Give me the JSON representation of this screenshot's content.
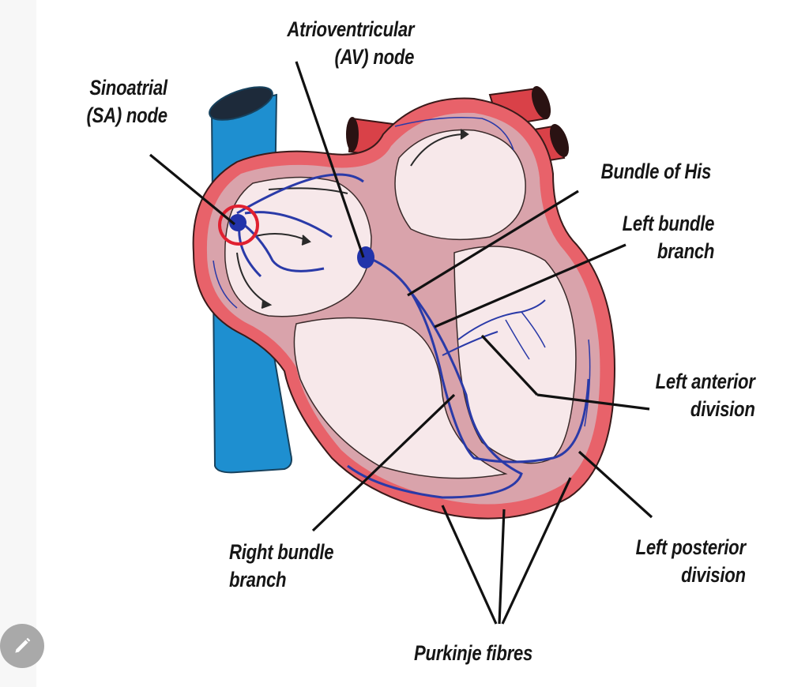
{
  "diagram": {
    "title": "Cardiac conduction system",
    "labels": {
      "sa_node": [
        "Sinoatrial",
        "(SA) node"
      ],
      "av_node": [
        "Atrioventricular",
        "(AV) node"
      ],
      "bundle_of_his": [
        "Bundle of His"
      ],
      "left_bundle_branch": [
        "Left bundle",
        "branch"
      ],
      "left_anterior_division": [
        "Left anterior",
        "division"
      ],
      "left_posterior_division": [
        "Left posterior",
        "division"
      ],
      "right_bundle_branch": [
        "Right bundle",
        "branch"
      ],
      "purkinje_fibres": [
        "Purkinje fibres"
      ]
    },
    "colors": {
      "vena_cava": "#1e8fd0",
      "aorta": "#d94148",
      "heart_wall_outer": "#e8626a",
      "myocardium": "#d9a3ab",
      "chamber": "#f7e8ea",
      "conduction": "#2a3aa8",
      "sa_highlight": "#e02030",
      "leader_line": "#111111"
    }
  },
  "controls": {
    "edit_button": {
      "icon": "pencil-icon"
    }
  }
}
